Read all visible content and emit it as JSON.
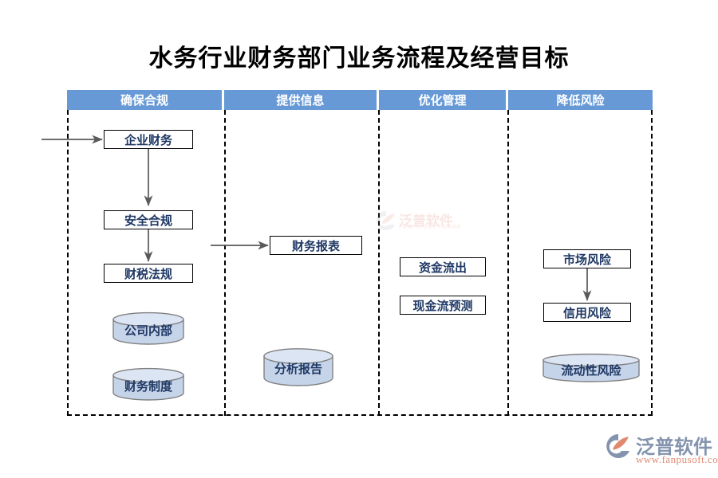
{
  "page": {
    "title": "水务行业财务部门业务流程及经营目标",
    "accent_color": "#6699d6",
    "box_text_color": "#1f3864",
    "cylinder_fill": "#c6d4ea",
    "cylinder_fill_light": "#dce5f3",
    "cylinder_stroke": "#808080",
    "connector_color": "#5a5a5a",
    "frame_color": "#000000"
  },
  "lanes": [
    {
      "id": "lane-compliance",
      "label": "确保合规"
    },
    {
      "id": "lane-information",
      "label": "提供信息"
    },
    {
      "id": "lane-management",
      "label": "优化管理"
    },
    {
      "id": "lane-risk",
      "label": "降低风险"
    }
  ],
  "nodes": {
    "enterprise_finance": {
      "label": "企业财务",
      "shape": "box",
      "lane": "确保合规"
    },
    "safety_compliance": {
      "label": "安全合规",
      "shape": "box",
      "lane": "确保合规"
    },
    "tax_regulation": {
      "label": "财税法规",
      "shape": "box",
      "lane": "确保合规"
    },
    "company_internal": {
      "label": "公司内部",
      "shape": "cylinder",
      "lane": "确保合规"
    },
    "finance_system": {
      "label": "财务制度",
      "shape": "cylinder",
      "lane": "确保合规"
    },
    "financial_statement": {
      "label": "财务报表",
      "shape": "box",
      "lane": "提供信息"
    },
    "analysis_report": {
      "label": "分析报告",
      "shape": "cylinder",
      "lane": "提供信息"
    },
    "capital_outflow": {
      "label": "资金流出",
      "shape": "box",
      "lane": "优化管理"
    },
    "cashflow_forecast": {
      "label": "现金流预测",
      "shape": "box",
      "lane": "优化管理"
    },
    "market_risk": {
      "label": "市场风险",
      "shape": "box",
      "lane": "降低风险"
    },
    "credit_risk": {
      "label": "信用风险",
      "shape": "box",
      "lane": "降低风险"
    },
    "liquidity_risk": {
      "label": "流动性风险",
      "shape": "cylinder",
      "lane": "降低风险"
    }
  },
  "connectors": [
    {
      "id": "entry-arrow",
      "from": "",
      "to": "企业财务"
    },
    {
      "id": "finance-to-safety",
      "from": "企业财务",
      "to": "安全合规"
    },
    {
      "id": "safety-to-tax",
      "from": "安全合规",
      "to": "财税法规"
    },
    {
      "id": "compliance-to-info",
      "from": "安全合规",
      "to": "财务报表"
    },
    {
      "id": "market-to-credit",
      "from": "市场风险",
      "to": "信用风险"
    }
  ],
  "watermark": {
    "name": "泛普软件",
    "subtitle": "FANPU SOFTWARE"
  },
  "brand": {
    "name": "泛普软件",
    "url": "www.fanpusoft.com"
  }
}
